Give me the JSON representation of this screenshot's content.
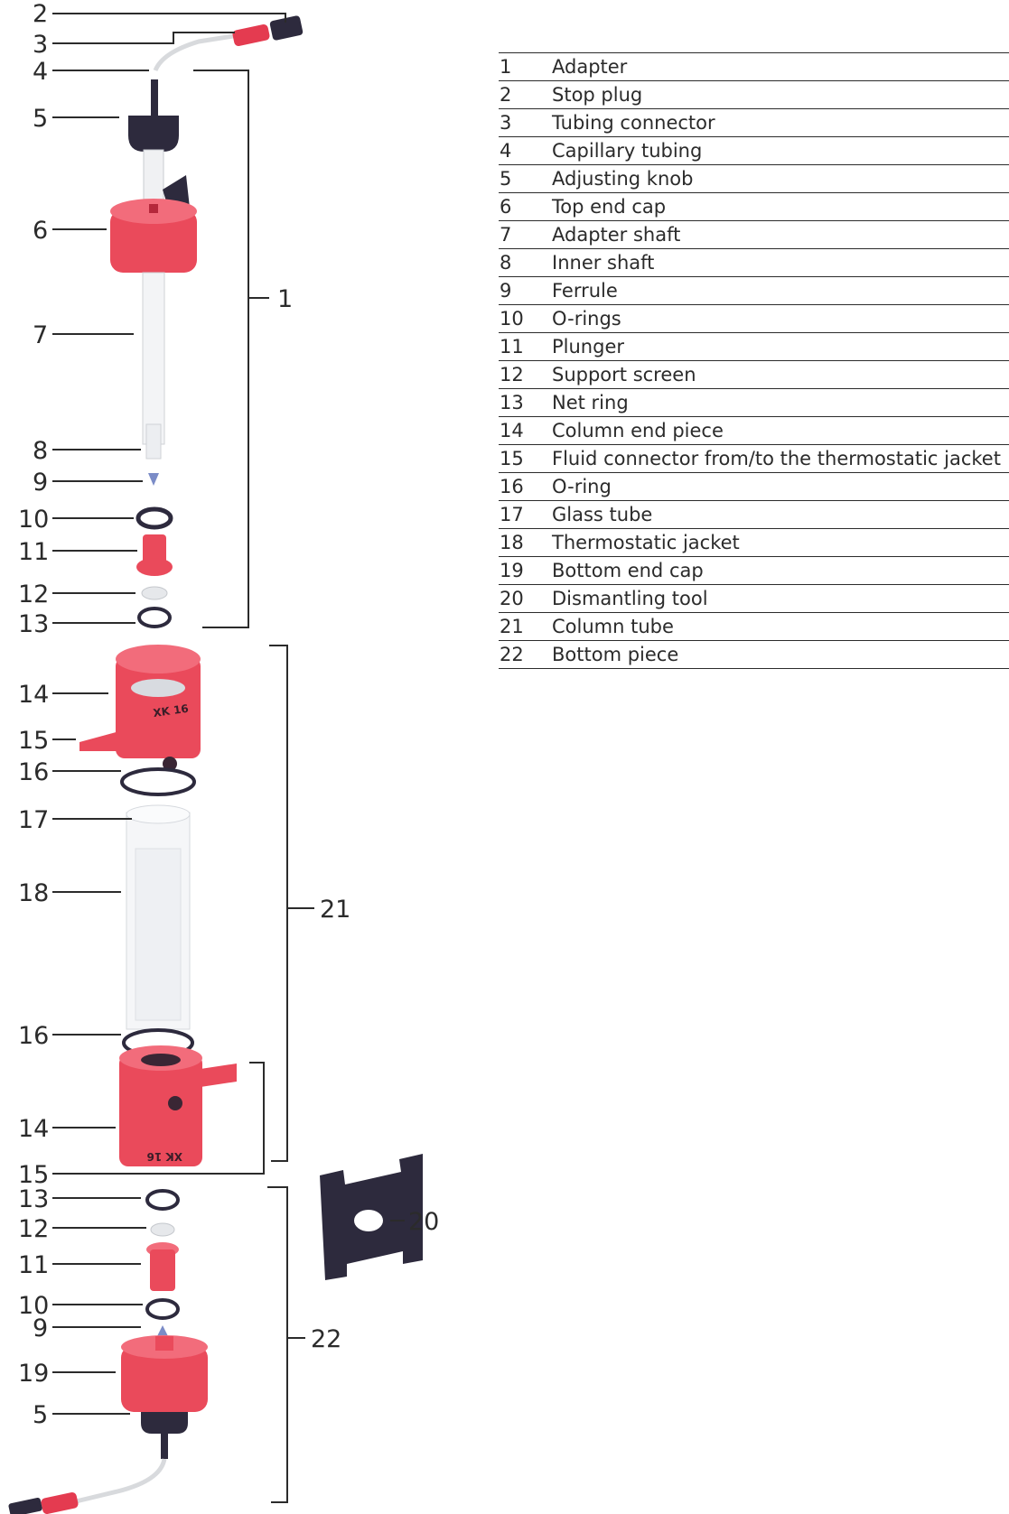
{
  "callouts": {
    "c2": "2",
    "c3": "3",
    "c4": "4",
    "c5a": "5",
    "c6": "6",
    "c7": "7",
    "c8": "8",
    "c9a": "9",
    "c10a": "10",
    "c11a": "11",
    "c12a": "12",
    "c13a": "13",
    "c1": "1",
    "c14a": "14",
    "c15a": "15",
    "c16a": "16",
    "c17": "17",
    "c18": "18",
    "c16b": "16",
    "c14b": "14",
    "c15b": "15",
    "c21": "21",
    "c13b": "13",
    "c12b": "12",
    "c11b": "11",
    "c10b": "10",
    "c9b": "9",
    "c19": "19",
    "c5b": "5",
    "c20": "20",
    "c22": "22"
  },
  "markings": {
    "top_piece": "XK 16",
    "bottom_piece": "XK 16"
  },
  "colors": {
    "part_red": "#ea4a5b",
    "part_dark": "#2d2a3d",
    "glass": "#eef1f4"
  },
  "parts": [
    {
      "num": "1",
      "name": "Adapter"
    },
    {
      "num": "2",
      "name": "Stop plug"
    },
    {
      "num": "3",
      "name": "Tubing connector"
    },
    {
      "num": "4",
      "name": "Capillary tubing"
    },
    {
      "num": "5",
      "name": "Adjusting knob"
    },
    {
      "num": "6",
      "name": "Top end cap"
    },
    {
      "num": "7",
      "name": "Adapter shaft"
    },
    {
      "num": "8",
      "name": "Inner shaft"
    },
    {
      "num": "9",
      "name": "Ferrule"
    },
    {
      "num": "10",
      "name": "O-rings"
    },
    {
      "num": "11",
      "name": "Plunger"
    },
    {
      "num": "12",
      "name": "Support screen"
    },
    {
      "num": "13",
      "name": "Net ring"
    },
    {
      "num": "14",
      "name": "Column end piece"
    },
    {
      "num": "15",
      "name": "Fluid connector from/to the thermostatic jacket"
    },
    {
      "num": "16",
      "name": "O-ring"
    },
    {
      "num": "17",
      "name": "Glass tube"
    },
    {
      "num": "18",
      "name": "Thermostatic jacket"
    },
    {
      "num": "19",
      "name": "Bottom end cap"
    },
    {
      "num": "20",
      "name": "Dismantling tool"
    },
    {
      "num": "21",
      "name": "Column tube"
    },
    {
      "num": "22",
      "name": "Bottom piece"
    }
  ]
}
